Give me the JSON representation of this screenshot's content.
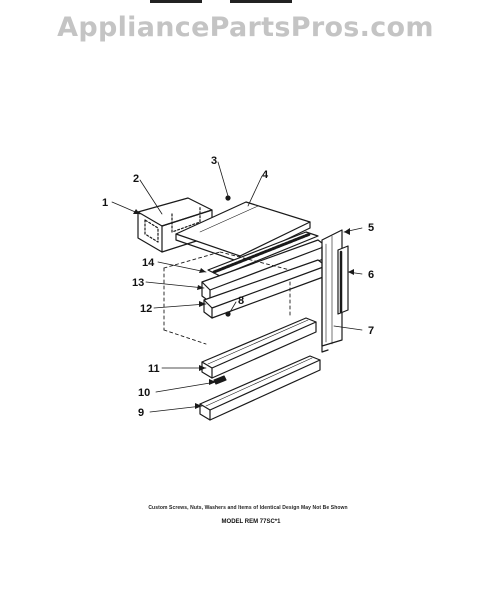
{
  "header": {
    "watermark": "AppliancePartsPros.com"
  },
  "diagram": {
    "callouts": [
      "1",
      "2",
      "3",
      "4",
      "5",
      "6",
      "7",
      "8",
      "9",
      "10",
      "11",
      "12",
      "13",
      "14"
    ]
  },
  "footer": {
    "note": "Custom Screws, Nuts, Washers and Items of Identical Design May Not Be Shown",
    "model": "MODEL REM 77SC*1"
  },
  "colors": {
    "line": "#1a1a1a",
    "watermark": "#c4c4c4",
    "background": "#ffffff"
  }
}
